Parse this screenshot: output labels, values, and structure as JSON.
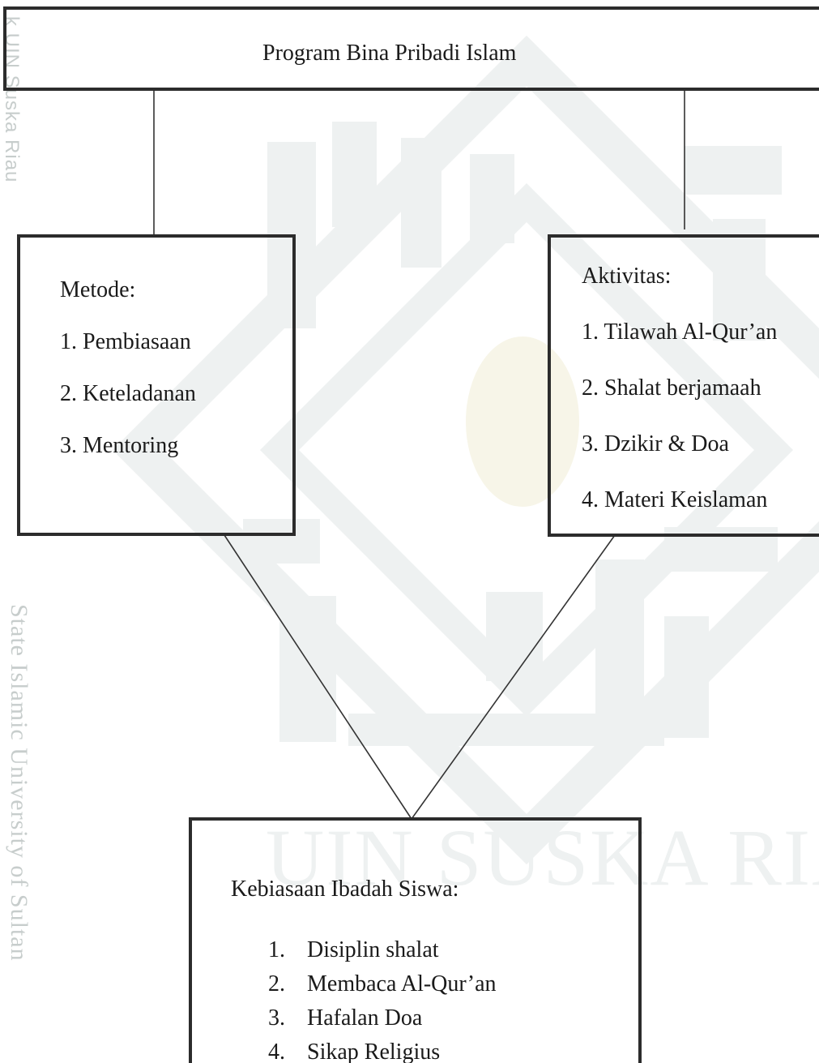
{
  "watermark": {
    "side_top": "k UIN Suska Riau",
    "side_bottom": "State Islamic University of Sultan",
    "institution": "UIN SUSKA RIAU",
    "logo": "uin-suska-riau-logo",
    "colors": {
      "side_text": "#c7cdcc",
      "logo": "#eef1f1",
      "logo_center": "#f7f5e8"
    }
  },
  "diagram": {
    "top": {
      "title": "Program Bina Pribadi Islam"
    },
    "metode": {
      "title": "Metode:",
      "items": [
        "1. Pembiasaan",
        "2. Keteladanan",
        "3. Mentoring"
      ]
    },
    "aktivitas": {
      "title": "Aktivitas:",
      "items": [
        "1. Tilawah Al-Qur’an",
        "2. Shalat berjamaah",
        "3. Dzikir & Doa",
        "4. Materi Keislaman"
      ]
    },
    "kebiasaan": {
      "title": "Kebiasaan Ibadah Siswa:",
      "items": [
        {
          "number": "1.",
          "label": "Disiplin shalat"
        },
        {
          "number": "2.",
          "label": "Membaca Al-Qur’an"
        },
        {
          "number": "3.",
          "label": "Hafalan Doa"
        },
        {
          "number": "4.",
          "label": "Sikap Religius"
        }
      ]
    },
    "colors": {
      "border": "#2c2c2c",
      "text": "#1a1a1a",
      "background": "#ffffff"
    }
  }
}
